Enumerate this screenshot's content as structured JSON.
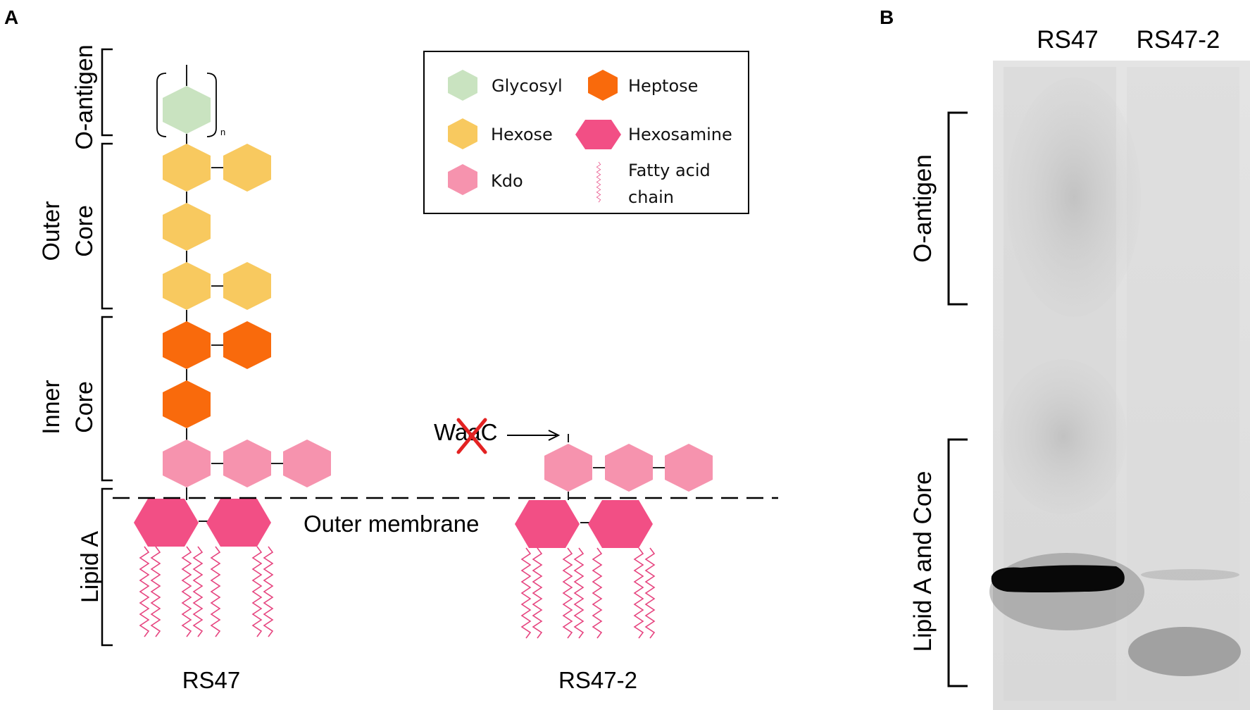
{
  "panel_a": {
    "letter": "A",
    "region_labels": {
      "o_antigen": "O-antigen",
      "outer_core_1": "Outer",
      "outer_core_2": "Core",
      "inner_core_1": "Inner",
      "inner_core_2": "Core",
      "lipid_a": "Lipid A"
    },
    "repeat_subscript": "n",
    "membrane_label": "Outer membrane",
    "gene_label": "WaaC",
    "strain_left": "RS47",
    "strain_right": "RS47-2",
    "legend": {
      "items": [
        {
          "label": "Glycosyl",
          "color": "#c9e3c0"
        },
        {
          "label": "Heptose",
          "color": "#f96a0c"
        },
        {
          "label": "Hexose",
          "color": "#f8c95f"
        },
        {
          "label": "Hexosamine",
          "color": "#f24f85"
        },
        {
          "label": "Kdo",
          "color": "#f693ae"
        },
        {
          "label": "Fatty acid",
          "label2": "chain",
          "color": "#e6447f"
        }
      ]
    }
  },
  "panel_b": {
    "letter": "B",
    "lane_1": "RS47",
    "lane_2": "RS47-2",
    "bracket_top_label": "O-antigen",
    "bracket_bottom_label": "Lipid A and Core"
  }
}
